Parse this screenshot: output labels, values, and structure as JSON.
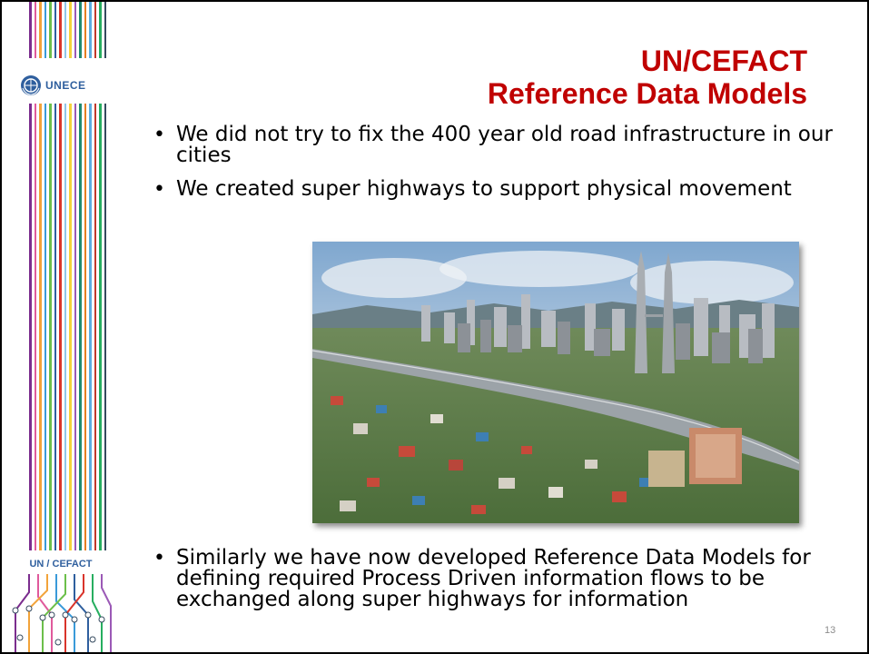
{
  "slide": {
    "title_line1": "UN/CEFACT",
    "title_line2": "Reference Data Models",
    "bullets": [
      "We did not try to fix the 400 year old road infrastructure in our cities",
      "We created super highways to support physical movement"
    ],
    "bullet_after_image": "Similarly we have now developed Reference Data Models for defining required Process Driven information flows to be exchanged along super highways for information",
    "page_number": "13"
  },
  "sidebar": {
    "logo_top": "UNECE",
    "logo_bottom": "UN / CEFACT"
  },
  "colors": {
    "title": "#c00000",
    "logo_blue": "#2f5f9e"
  }
}
